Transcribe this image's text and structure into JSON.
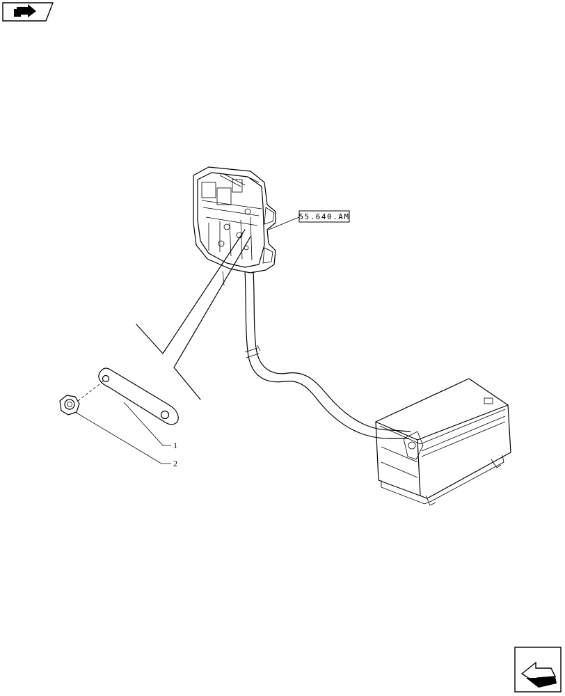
{
  "header_icon": {
    "icon": "book-arrow-icon"
  },
  "footer_icon": {
    "icon": "next-page-arrow-icon"
  },
  "diagram": {
    "reference_label": "55.640.AM",
    "callouts": [
      {
        "id": "1",
        "text": "1"
      },
      {
        "id": "2",
        "text": "2"
      }
    ]
  }
}
